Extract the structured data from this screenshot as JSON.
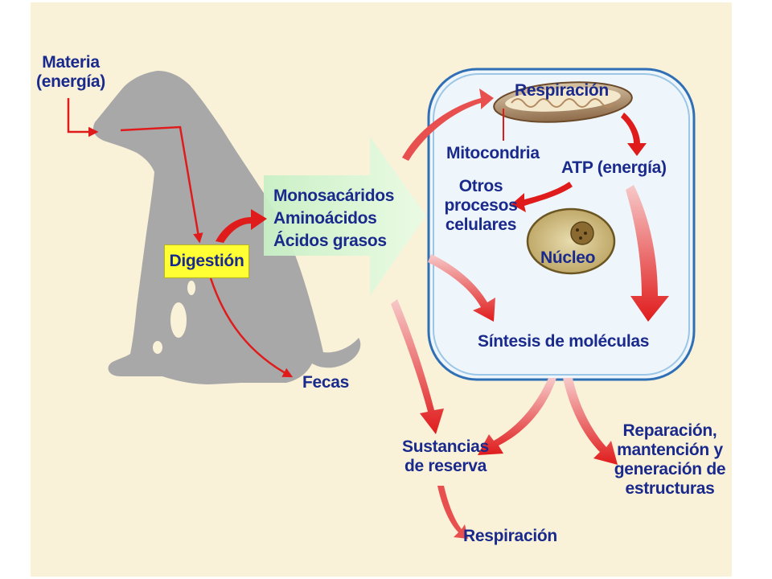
{
  "labels": {
    "materia": "Materia\n(energía)",
    "digestion": "Digestión",
    "fecas": "Fecas",
    "nutrients": [
      "Monosacáridos",
      "Aminoácidos",
      "Ácidos grasos"
    ],
    "respiracion_cell": "Respiración",
    "mitocondria": "Mitocondria",
    "atp": "ATP (energía)",
    "otros": "Otros\nprocesos\ncelulares",
    "nucleo": "Núcleo",
    "sintesis": "Síntesis de moléculas",
    "sustancias": "Sustancias\nde reserva",
    "reparacion": "Reparación,\nmantención y\ngeneración de\nestructuras",
    "respiracion_bottom": "Respiración"
  },
  "colors": {
    "background": "#f9f1d8",
    "text": "#1a2a8c",
    "arrow": "#e01b1b",
    "dog": "#a8a8a8",
    "cell_border": "#2f6fb6",
    "highlight": "#ffff33",
    "big_arrow": "#d6f5d0"
  }
}
